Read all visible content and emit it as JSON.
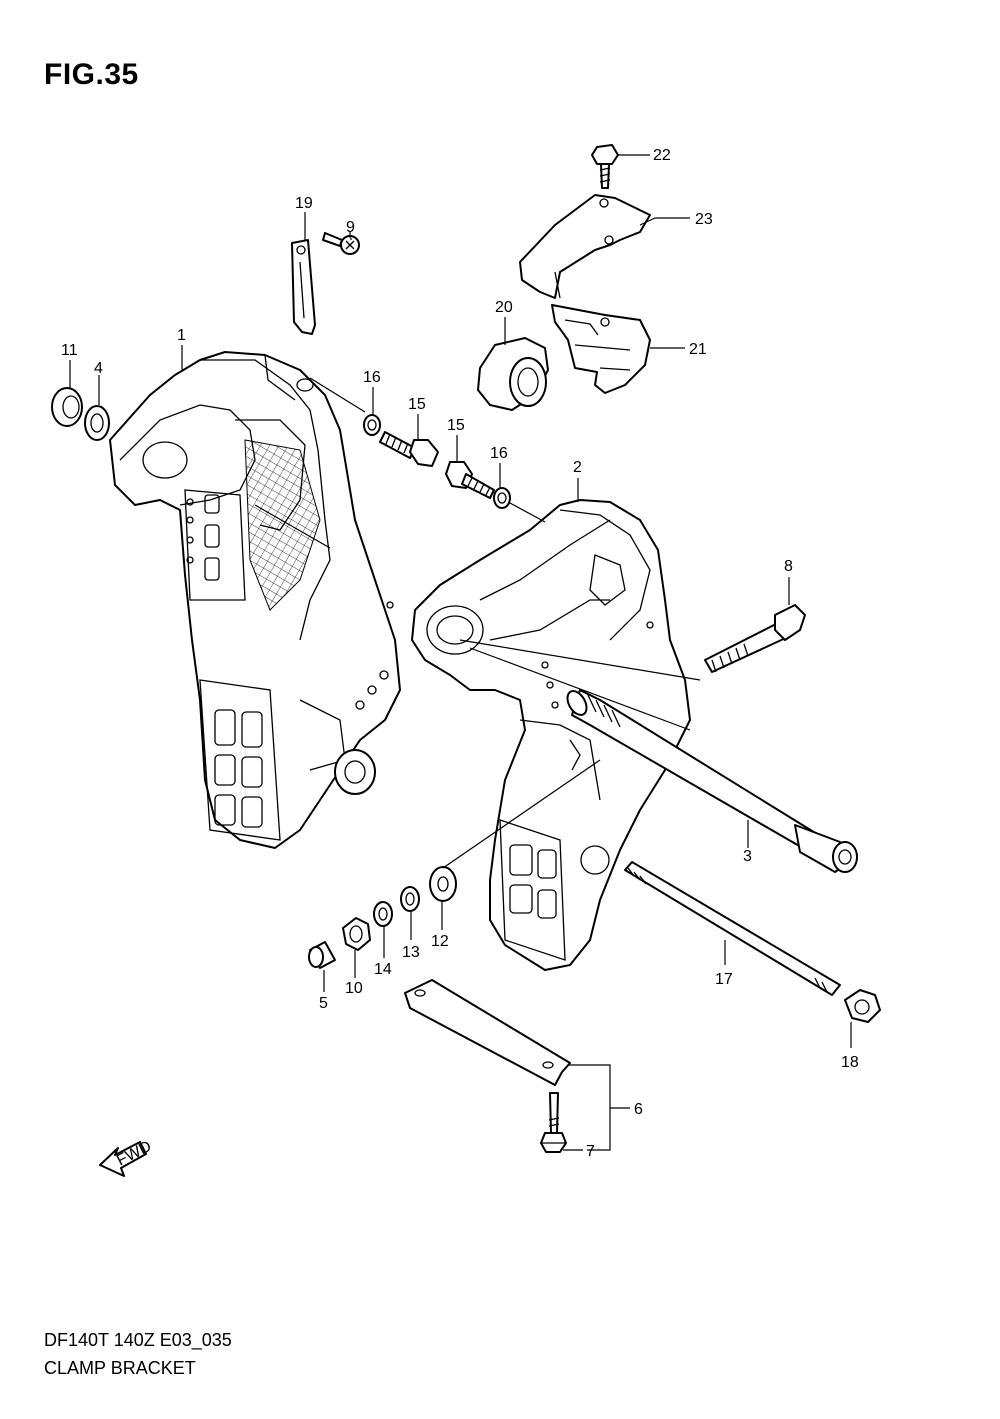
{
  "figure": {
    "title": "FIG.35",
    "model_code": "DF140T 140Z E03_035",
    "name": "CLAMP BRACKET",
    "fwd_label": "FWD"
  },
  "callouts": [
    "1",
    "2",
    "3",
    "4",
    "5",
    "6",
    "7",
    "8",
    "9",
    "10",
    "11",
    "12",
    "13",
    "14",
    "15",
    "15",
    "16",
    "16",
    "17",
    "18",
    "19",
    "20",
    "21",
    "22",
    "23"
  ]
}
